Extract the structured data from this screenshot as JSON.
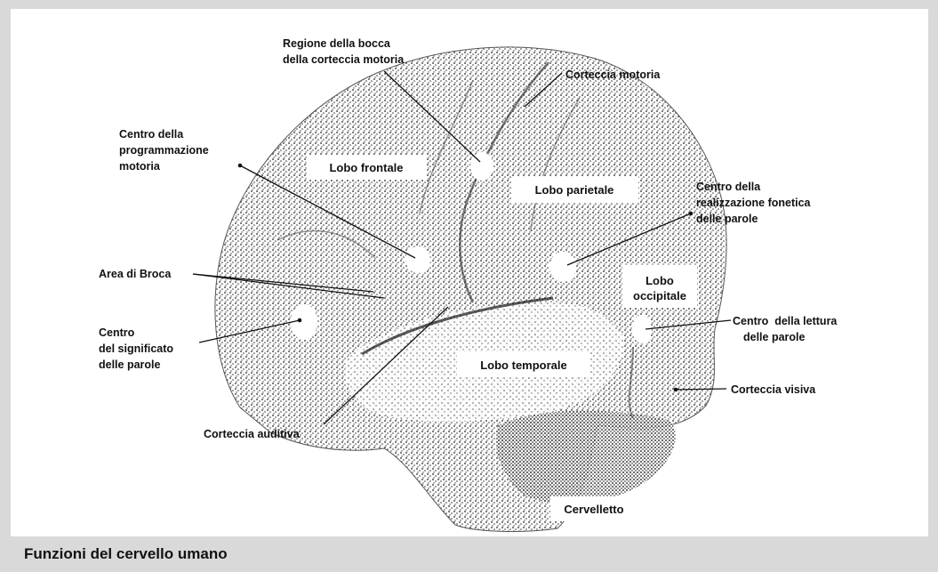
{
  "caption": "Funzioni del cervello umano",
  "labels": {
    "mouth_region": [
      "Regione della bocca",
      "della corteccia motoria"
    ],
    "motor_cortex": [
      "Corteccia motoria"
    ],
    "motor_programming": [
      "Centro della",
      "programmazione",
      "motoria"
    ],
    "phonetic_realization": [
      "Centro della",
      "realizzazione fonetica",
      "delle parole"
    ],
    "broca": [
      "Area di Broca"
    ],
    "word_meaning": [
      "Centro",
      "del significato",
      "delle parole"
    ],
    "word_reading": [
      "Centro  della lettura",
      "delle parole"
    ],
    "visual_cortex": [
      "Corteccia visiva"
    ],
    "auditory_cortex": [
      "Corteccia auditiva"
    ]
  },
  "lobes": {
    "frontal": "Lobo frontale",
    "parietal": "Lobo parietale",
    "occipital": [
      "Lobo",
      "occipitale"
    ],
    "temporal": "Lobo temporale",
    "cerebellum": "Cervelletto"
  },
  "colors": {
    "ink": "#111111",
    "panel": "#ffffff",
    "frame": "#d9d9d9"
  }
}
